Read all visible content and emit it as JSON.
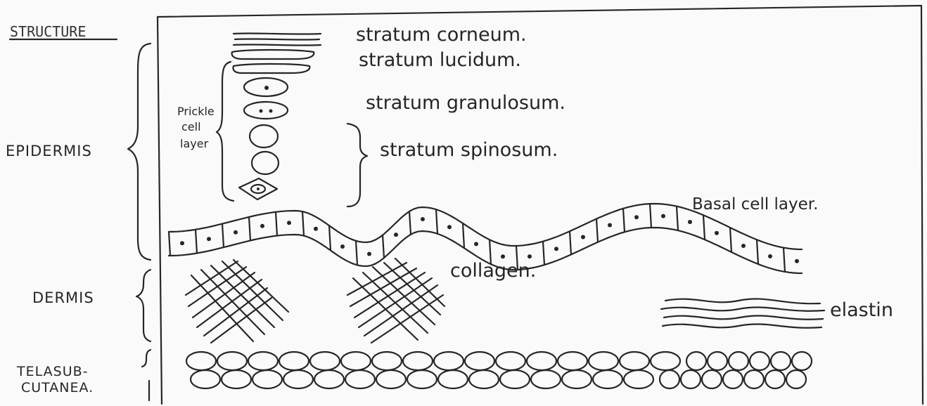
{
  "heading": "STRUCTURE",
  "sections": {
    "epidermis": "EPIDERMIS",
    "dermis": "DERMIS",
    "subcutanea_line1": "TELASUB-",
    "subcutanea_line2": "CUTANEA."
  },
  "layers": {
    "corneum": "stratum corneum.",
    "lucidum": "stratum lucidum.",
    "granulosum": "stratum granulosum.",
    "spinosum": "stratum spinosum.",
    "basal": "Basal cell layer."
  },
  "prickle": {
    "line1": "Prickle",
    "line2": "cell",
    "line3": "layer"
  },
  "fibres": {
    "collagen": "collagen.",
    "elastin": "elastin"
  },
  "colors": {
    "ink": "#262626",
    "paper": "#fafafa"
  }
}
